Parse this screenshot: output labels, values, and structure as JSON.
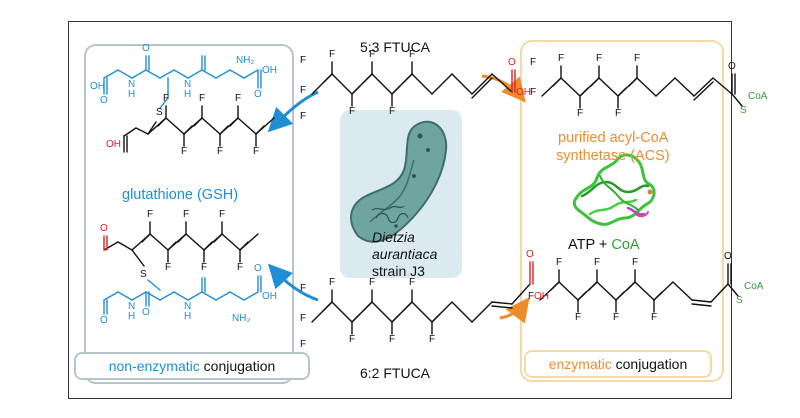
{
  "top_label": "5:3 FTUCA",
  "bottom_label": "6:2 FTUCA",
  "organism": {
    "line1": "Dietzia",
    "line2": "aurantiaca",
    "line3": "strain J3"
  },
  "left": {
    "gsh_label": "glutathione (GSH)",
    "tag_colored": "non-enzymatic",
    "tag_plain": " conjugation"
  },
  "right": {
    "acs_line1": "purified acyl-CoA",
    "acs_line2": "synthetase (ACS)",
    "cofactor_plain": "ATP + ",
    "cofactor_colored": "CoA",
    "tag_colored": "enzymatic",
    "tag_plain": " conjugation"
  },
  "atoms": {
    "F": "F",
    "O": "O",
    "OH": "OH",
    "S": "S",
    "CoA": "CoA",
    "N": "N",
    "H": "H",
    "NH2": "NH₂"
  },
  "colors": {
    "blue": "#1f8ed6",
    "orange": "#ee8c2c",
    "red": "#e02020",
    "green": "#2e9d3a",
    "protein_green": "#3cc23c"
  }
}
